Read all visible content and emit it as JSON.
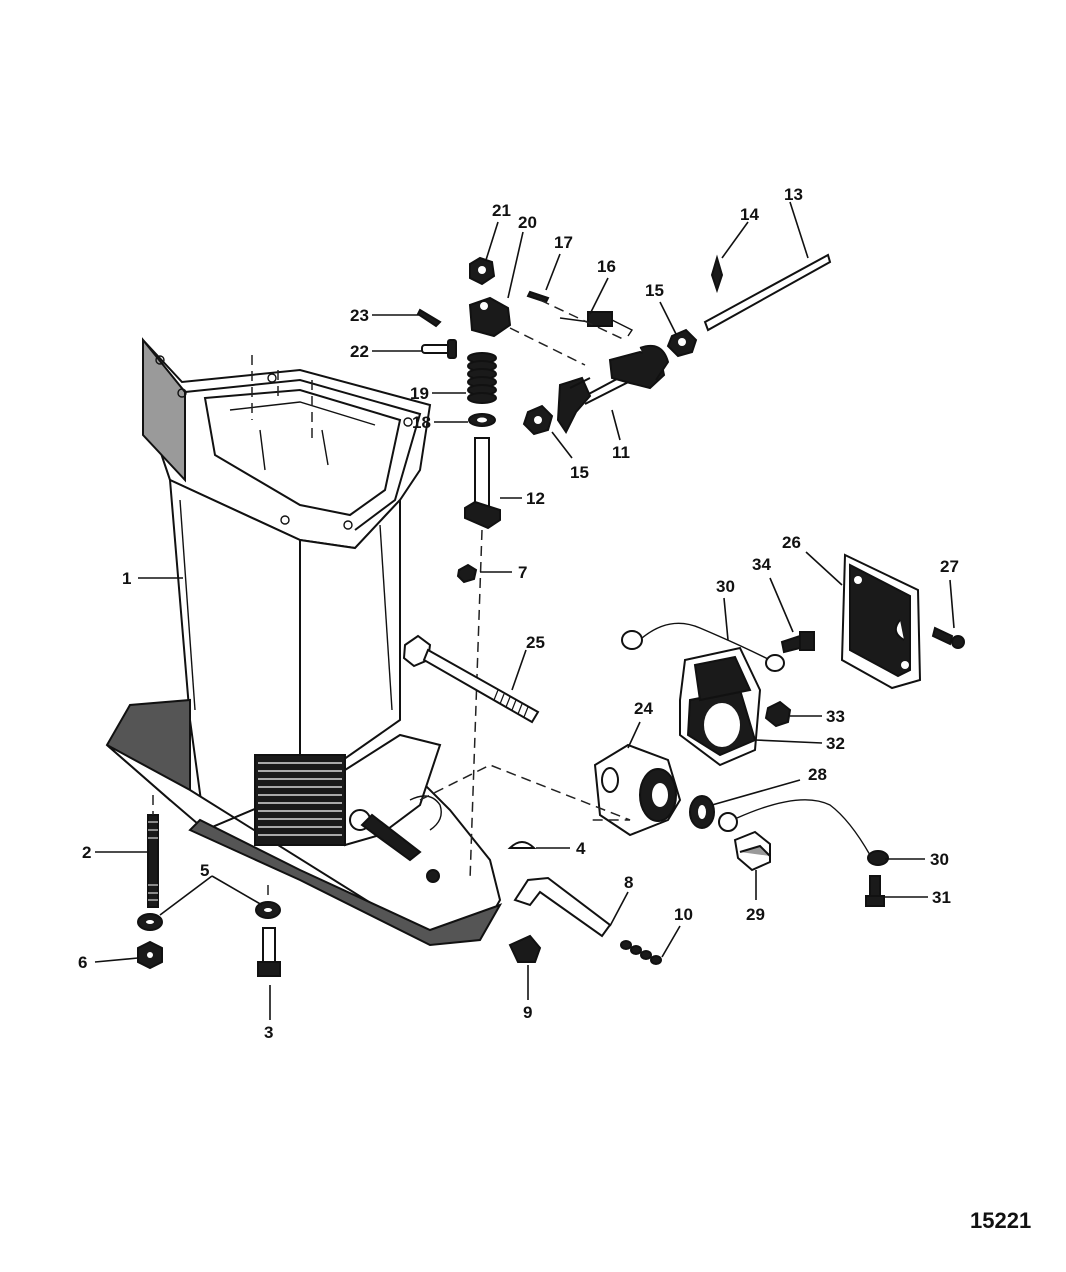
{
  "drawing_number": "15221",
  "callouts": [
    {
      "id": "c1",
      "label": "1"
    },
    {
      "id": "c2",
      "label": "2"
    },
    {
      "id": "c3",
      "label": "3"
    },
    {
      "id": "c4",
      "label": "4"
    },
    {
      "id": "c5",
      "label": "5"
    },
    {
      "id": "c6",
      "label": "6"
    },
    {
      "id": "c7",
      "label": "7"
    },
    {
      "id": "c8",
      "label": "8"
    },
    {
      "id": "c9",
      "label": "9"
    },
    {
      "id": "c10",
      "label": "10"
    },
    {
      "id": "c11",
      "label": "11"
    },
    {
      "id": "c12",
      "label": "12"
    },
    {
      "id": "c13",
      "label": "13"
    },
    {
      "id": "c14",
      "label": "14"
    },
    {
      "id": "c15a",
      "label": "15"
    },
    {
      "id": "c15b",
      "label": "15"
    },
    {
      "id": "c16",
      "label": "16"
    },
    {
      "id": "c17",
      "label": "17"
    },
    {
      "id": "c18",
      "label": "18"
    },
    {
      "id": "c19",
      "label": "19"
    },
    {
      "id": "c20",
      "label": "20"
    },
    {
      "id": "c21",
      "label": "21"
    },
    {
      "id": "c22",
      "label": "22"
    },
    {
      "id": "c23",
      "label": "23"
    },
    {
      "id": "c24",
      "label": "24"
    },
    {
      "id": "c25",
      "label": "25"
    },
    {
      "id": "c26",
      "label": "26"
    },
    {
      "id": "c27",
      "label": "27"
    },
    {
      "id": "c28",
      "label": "28"
    },
    {
      "id": "c29",
      "label": "29"
    },
    {
      "id": "c30a",
      "label": "30"
    },
    {
      "id": "c30b",
      "label": "30"
    },
    {
      "id": "c31",
      "label": "31"
    },
    {
      "id": "c32",
      "label": "32"
    },
    {
      "id": "c33",
      "label": "33"
    },
    {
      "id": "c34",
      "label": "34"
    }
  ]
}
